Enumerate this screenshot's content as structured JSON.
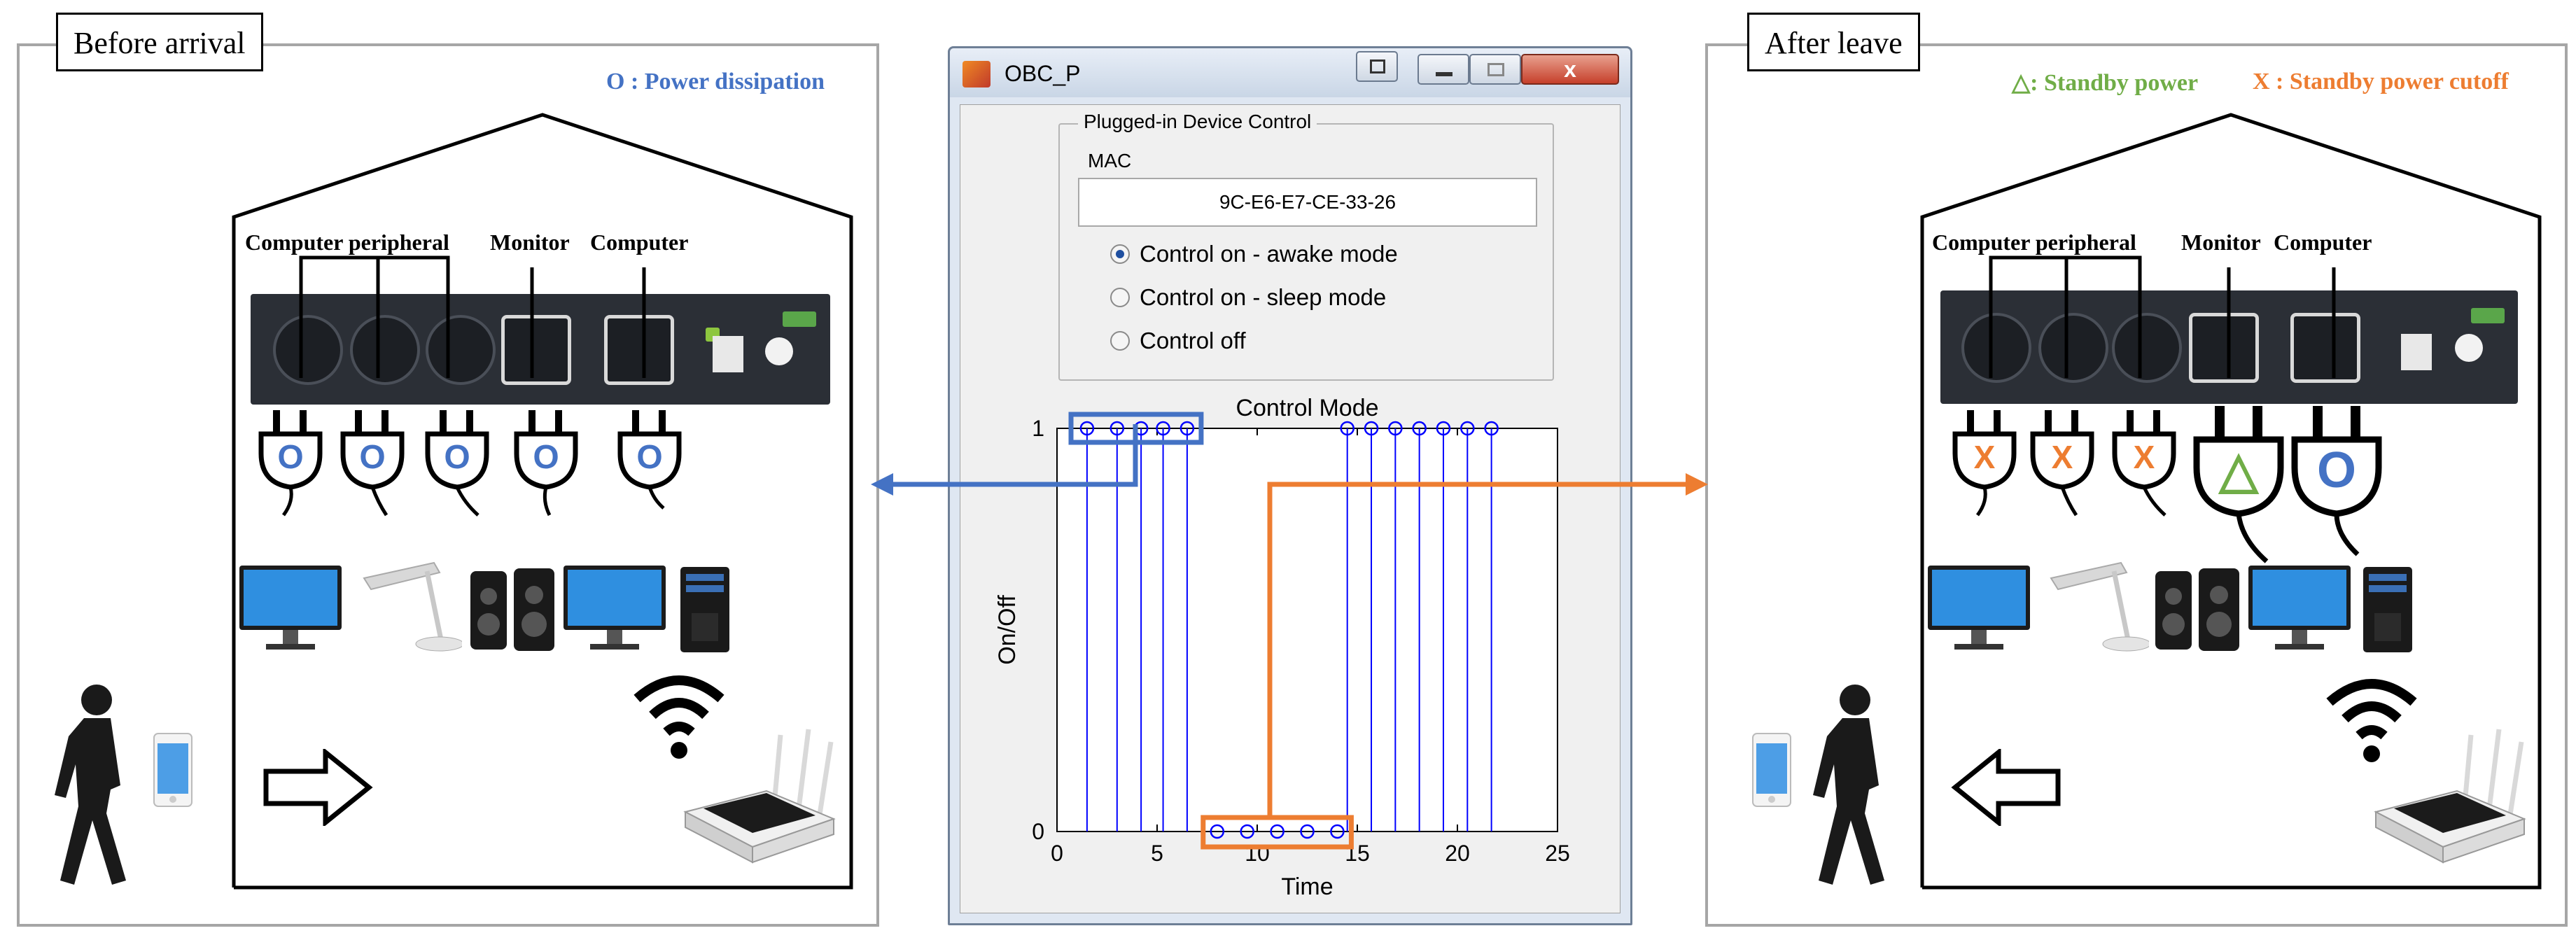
{
  "left_panel": {
    "tag": "Before arrival",
    "legend": "O : Power dissipation",
    "strip_labels": {
      "peripheral": "Computer peripheral",
      "monitor": "Monitor",
      "computer": "Computer"
    },
    "plug_marks": [
      "O",
      "O",
      "O",
      "O",
      "O"
    ],
    "arrow": "arrow-right"
  },
  "right_panel": {
    "tag": "After leave",
    "legend_standby": "△: Standby power",
    "legend_cutoff": "X : Standby power cutoff",
    "strip_labels": {
      "peripheral": "Computer peripheral",
      "monitor": "Monitor",
      "computer": "Computer"
    },
    "plug_marks": [
      "X",
      "X",
      "X",
      "△",
      "O"
    ],
    "arrow": "arrow-left"
  },
  "window": {
    "title": "OBC_P",
    "group_title": "Plugged-in Device Control",
    "mac_label": "MAC",
    "mac_value": "9C-E6-E7-CE-33-26",
    "options": [
      {
        "label": "Control on - awake mode",
        "selected": true
      },
      {
        "label": "Control on - sleep mode",
        "selected": false
      },
      {
        "label": "Control off",
        "selected": false
      }
    ]
  },
  "colors": {
    "blue": "#4472c4",
    "orange": "#ed7d31",
    "green": "#70ad47",
    "stem": "#0000ff"
  },
  "chart_data": {
    "type": "stem",
    "title": "Control Mode",
    "xlabel": "Time",
    "ylabel": "On/Off",
    "xlim": [
      0,
      25
    ],
    "ylim": [
      0,
      1
    ],
    "xticks": [
      "0",
      "5",
      "10",
      "15",
      "20",
      "25"
    ],
    "yticks": [
      "0",
      "1"
    ],
    "x": [
      1.5,
      3,
      4.2,
      5.3,
      6.5,
      8,
      9.5,
      11,
      12.5,
      14,
      14.5,
      15.7,
      16.9,
      18.1,
      19.3,
      20.5,
      21.7
    ],
    "y": [
      1,
      1,
      1,
      1,
      1,
      0,
      0,
      0,
      0,
      0,
      1,
      1,
      1,
      1,
      1,
      1,
      1
    ]
  }
}
